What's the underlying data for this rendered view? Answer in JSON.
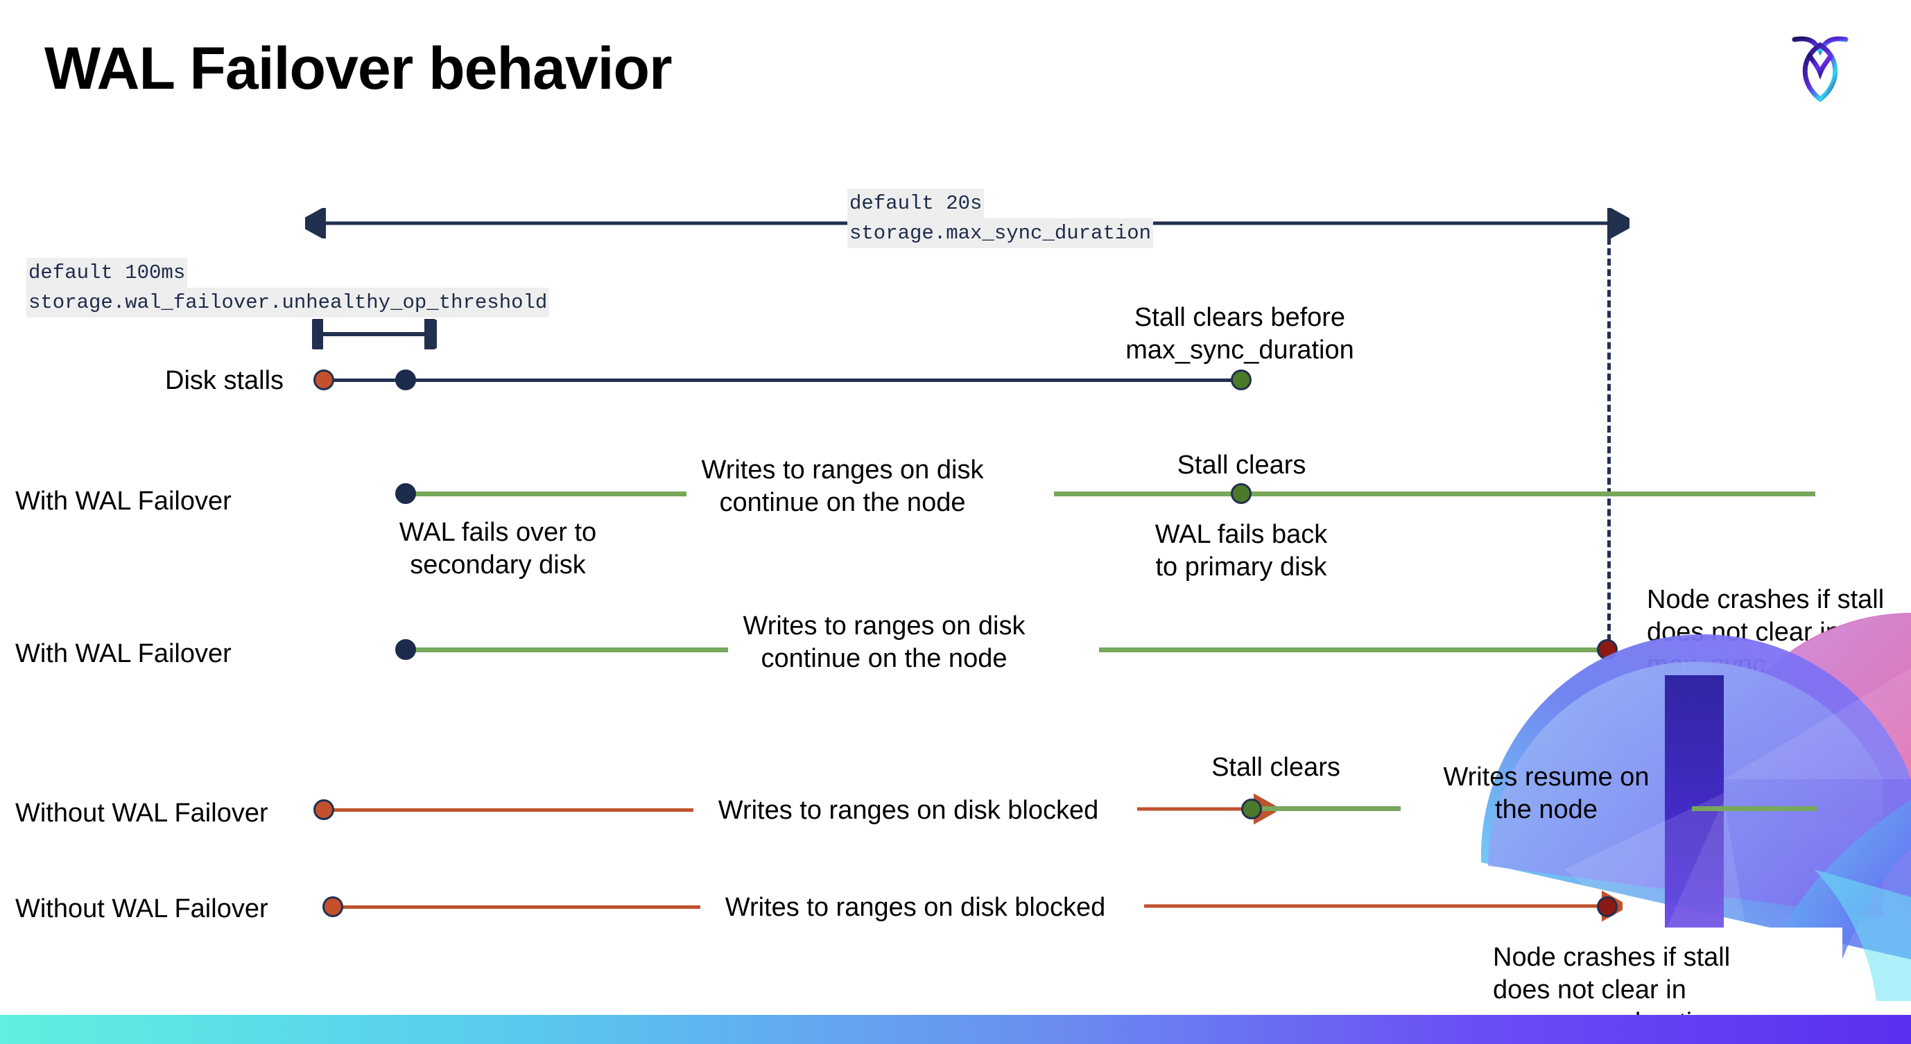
{
  "page": {
    "title": "WAL Failover behavior",
    "logo_name": "cockroachdb-logo"
  },
  "annotations": {
    "max_sync": {
      "line1": "default 20s",
      "line2": "storage.max_sync_duration"
    },
    "unhealthy_threshold": {
      "line1": "default 100ms",
      "line2": "storage.wal_failover.unhealthy_op_threshold"
    }
  },
  "rows": [
    {
      "id": "disk-stalls",
      "label": "Disk stalls",
      "note_right_line1": "Stall clears before",
      "note_right_line2": "max_sync_duration"
    },
    {
      "id": "with-wal-failover-clears",
      "label": "With WAL Failover",
      "note_below_left_line1": "WAL fails over to",
      "note_below_left_line2": "secondary disk",
      "note_mid_line1": "Writes to ranges on disk",
      "note_mid_line2": "continue on the node",
      "note_above_right": "Stall clears",
      "note_below_right_line1": "WAL fails  back",
      "note_below_right_line2": "to primary disk"
    },
    {
      "id": "with-wal-failover-crash",
      "label": "With WAL Failover",
      "note_mid_line1": "Writes to ranges on disk",
      "note_mid_line2": "continue on the node",
      "note_right_line1": "Node crashes if stall",
      "note_right_line2": "does not clear in",
      "note_right_line3": "max_sync_duration"
    },
    {
      "id": "without-wal-failover-clears",
      "label": "Without WAL Failover",
      "note_mid": "Writes to ranges on disk  blocked",
      "note_above_right": "Stall clears",
      "note_far_right_line1": "Writes resume on",
      "note_far_right_line2": "the node"
    },
    {
      "id": "without-wal-failover-crash",
      "label": "Without WAL Failover",
      "note_mid": "Writes to ranges on disk  blocked",
      "note_right_line1": "Node crashes if stall",
      "note_right_line2": "does not clear in",
      "note_right_line3": "max_sync_duration"
    }
  ],
  "colors": {
    "navy": "#22304f",
    "green_line": "#76a75b",
    "green_dot": "#4b7a2b",
    "red_line": "#c0522c",
    "red_dot": "#c4512c",
    "dark_red_dot": "#8b1a14",
    "code_bg": "#eeeeee"
  }
}
